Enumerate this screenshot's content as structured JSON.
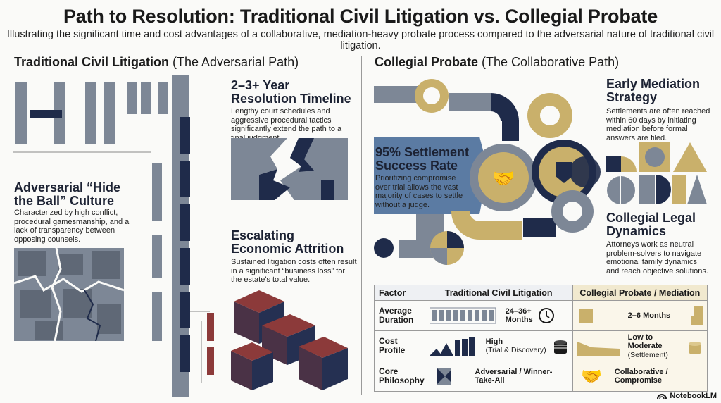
{
  "header": {
    "title": "Path to Resolution: Traditional Civil Litigation vs. Collegial Probate",
    "subtitle": "Illustrating the significant time and cost advantages of a collaborative, mediation-heavy probate process compared to the adversarial nature of traditional civil litigation."
  },
  "left": {
    "heading_bold": "Traditional Civil Litigation",
    "heading_rest": " (The Adversarial Path)",
    "timeline": {
      "title": "2–3+ Year Resolution Timeline",
      "text": "Lengthy court schedules and aggressive procedural tactics significantly extend the path to a final judgment."
    },
    "culture": {
      "title": "Adversarial “Hide the Ball” Culture",
      "text": "Characterized by high conflict, procedural gamesmanship, and a lack of transparency between opposing counsels."
    },
    "attrition": {
      "title": "Escalating Economic Attrition",
      "text": "Sustained litigation costs often result in a significant “business loss” for the estate's total value."
    }
  },
  "right": {
    "heading_bold": "Collegial Probate",
    "heading_rest": " (The Collaborative Path)",
    "mediation": {
      "title": "Early Mediation Strategy",
      "text": "Settlements are often reached within 60 days by initiating mediation before formal answers are filed."
    },
    "settlement": {
      "title": "95% Settlement Success Rate",
      "text": "Prioritizing compromise over trial allows the vast majority of cases to settle without a judge."
    },
    "dynamics": {
      "title": "Collegial Legal Dynamics",
      "text": "Attorneys work as neutral problem-solvers to navigate emotional family dynamics and reach objective solutions."
    }
  },
  "table": {
    "headers": [
      "Factor",
      "Traditional Civil Litigation",
      "Collegial Probate / Mediation"
    ],
    "rows": [
      {
        "factor": "Average Duration",
        "litigation": "24–36+ Months",
        "collegial": "2–6 Months",
        "lit_icon": "clock-icon"
      },
      {
        "factor": "Cost Profile",
        "litigation_main": "High",
        "litigation_sub": "(Trial & Discovery)",
        "collegial_main": "Low to Moderate",
        "collegial_sub": "(Settlement)",
        "lit_icon": "coin-stack-icon"
      },
      {
        "factor": "Core Philosophy",
        "litigation": "Adversarial / Winner-Take-All",
        "collegial": "Collaborative / Compromise",
        "col_icon": "handshake-icon"
      }
    ]
  },
  "footer": {
    "brand": "NotebookLM"
  },
  "colors": {
    "navy": "#1f2b4a",
    "slate": "#7d8796",
    "gold": "#c9b06b",
    "blue": "#5b7ba3",
    "red": "#8c3a3a"
  }
}
